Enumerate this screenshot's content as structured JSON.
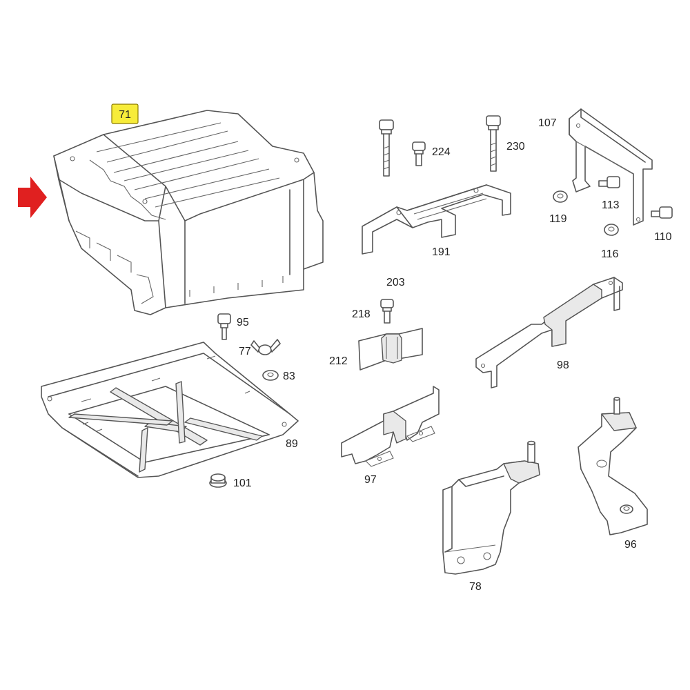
{
  "colors": {
    "line": "#555555",
    "highlight": "#f7ec3a",
    "arrow": "#e02020"
  },
  "indicator": {
    "icon": "red-arrow-icon"
  },
  "callouts": {
    "p71": "71",
    "p95": "95",
    "p77": "77",
    "p83": "83",
    "p89": "89",
    "p101": "101",
    "p224": "224",
    "p230": "230",
    "p191": "191",
    "p107": "107",
    "p119": "119",
    "p113": "113",
    "p116": "116",
    "p110": "110",
    "p203": "203",
    "p218": "218",
    "p212": "212",
    "p98": "98",
    "p97": "97",
    "p78": "78",
    "p96": "96"
  }
}
